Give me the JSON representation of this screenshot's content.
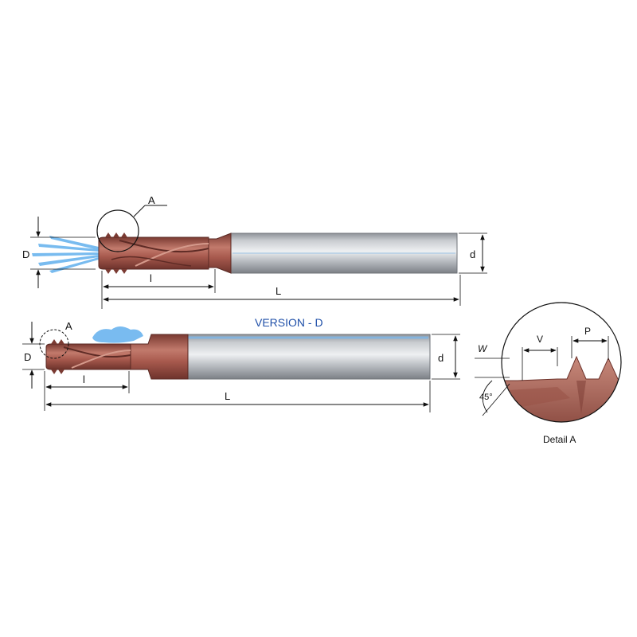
{
  "labels": {
    "detail_a_top": "A",
    "detail_a_bottom": "A",
    "top_D": "D",
    "top_l": "l",
    "top_L": "L",
    "top_d": "d",
    "version": "VERSION - D",
    "bottom_D": "D",
    "bottom_l": "l",
    "bottom_L": "L",
    "bottom_d": "d",
    "detail_W": "W",
    "detail_V": "V",
    "detail_P": "P",
    "detail_angle": "45°",
    "detail_caption": "Detail A"
  },
  "colors": {
    "shank_mid": "#c9ccd0",
    "shank_highlight": "#eef0f2",
    "shank_shadow": "#8e9298",
    "coating": "#a85a4e",
    "coating_dark": "#7a3a32",
    "coolant": "#6ab4ee",
    "version_text": "#1f4fa8"
  }
}
